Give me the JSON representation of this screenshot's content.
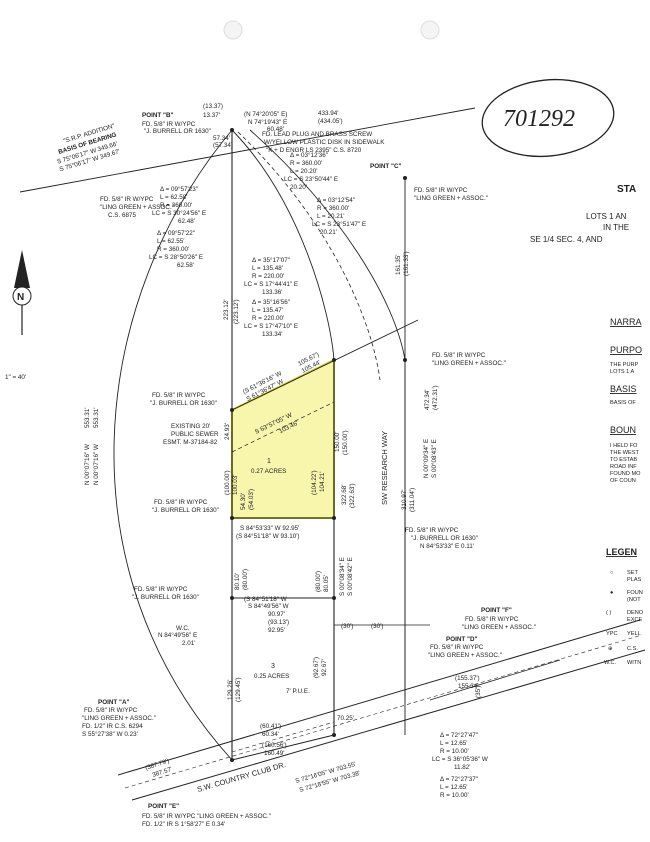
{
  "document": {
    "number": "701292",
    "scale": "1\" = 40'",
    "north": "N"
  },
  "title_block": {
    "title": "STA",
    "line1": "LOTS 1 AN",
    "line2": "IN THE",
    "line3": "SE 1/4 SEC. 4, AND"
  },
  "narrative": {
    "heading": "NARRA",
    "purpose_heading": "PURPO",
    "purpose_l1": "THE PURP",
    "purpose_l2": "LOTS 1 A",
    "basis_heading": "BASIS",
    "basis_l1": "BASIS OF",
    "boundary_heading": "BOUN",
    "boundary_l1": "I HELD FO",
    "boundary_l2": "THE WEST",
    "boundary_l3": "TO ESTAB",
    "boundary_l4": "ROAD INF",
    "boundary_l5": "FOUND MO",
    "boundary_l6": "OF COUN"
  },
  "legend": {
    "heading": "LEGEN",
    "items": [
      {
        "symbol": "○",
        "l1": "SET",
        "l2": "PLAS"
      },
      {
        "symbol": "●",
        "l1": "FOUN",
        "l2": "(NOT"
      },
      {
        "symbol": "( )",
        "l1": "DENO",
        "l2": "EXCE"
      },
      {
        "symbol": "YPC",
        "l1": "YELL",
        "l2": ""
      },
      {
        "symbol": "⊕",
        "l1": "C.S.",
        "l2": ""
      },
      {
        "symbol": "W.C.",
        "l1": "WITN",
        "l2": ""
      }
    ]
  },
  "points": {
    "b": "POINT \"B\"",
    "c": "POINT \"C\"",
    "a": "POINT \"A\"",
    "e": "POINT \"E\"",
    "f": "POINT \"F\"",
    "d": "POINT \"D\""
  },
  "lots": {
    "lot1_no": "1",
    "lot1_area": "0.27 ACRES",
    "lot3_no": "3",
    "lot3_area": "0.25 ACRES"
  },
  "streets": {
    "research_way": "SW RESEARCH WAY",
    "country_club": "S.W. COUNTRY CLUB DR."
  },
  "annotations": {
    "bob_top1": "FD. 5/8\" IR W/YPC",
    "bob_top2": "\"J. BURRELL OR 1630\"",
    "srp1": "\"S.R.P. ADDITION\"",
    "srp2": "BASIS OF BEARING",
    "srp3": "S 75°06'17\" W  349.66'",
    "srp4": "S 75°06'17\" W  349.67'",
    "b_len1": "(13.37)",
    "b_len2": "13.37'",
    "brg_top1": "(N 74°20'05\" E)",
    "brg_top2": "N 74°19'43\" E",
    "brg_top3": "60.48'",
    "top_len1": "433.94'",
    "top_len2": "(434.05')",
    "top_len3": "57.34'",
    "top_len4": "(57.34)",
    "lead1": "FD. LEAD PLUG AND BRASS SCREW",
    "lead2": "W/YELLOW PLASTIC DISK IN SIDEWALK",
    "lead3": "\"K + D ENGR LS 2395\"  C.S. 8720",
    "ling_b1": "FD. 5/8\" IR W/YPC",
    "ling_b2": "\"LING GREEN + ASSOC.\"",
    "ling_b3": "C.S. 6875",
    "curve1_a": "Δ = 03°12'36\"",
    "curve1_b": "R = 360.00'",
    "curve1_c": "L = 20.20'",
    "curve1_d": "LC = S 23°50'44\" E",
    "curve1_e": "20.20'",
    "curve2_a": "Δ = 03°12'54\"",
    "curve2_b": "R = 360.00'",
    "curve2_c": "L = 20.21'",
    "curve2_d": "LC = S 23°51'47\" E",
    "curve2_e": "20.21'",
    "curve3_a": "Δ = 09°57'23\"",
    "curve3_b": "L = 62.58'",
    "curve3_c": "R = 360.00'",
    "curve3_d": "LC = S 30°24'56\" E",
    "curve3_e": "62.48'",
    "curve4_a": "Δ = 09°57'22\"",
    "curve4_b": "L = 62.55'",
    "curve4_c": "R = 360.00'",
    "curve4_d": "LC = S 28°50'26\" E",
    "curve4_e": "62.58'",
    "curve5_a": "Δ = 35°17'07\"",
    "curve5_b": "L = 135.48'",
    "curve5_c": "R = 220.00'",
    "curve5_d": "LC = S 17°44'41\" E",
    "curve5_e": "133.36'",
    "curve6_a": "Δ = 35°16'56\"",
    "curve6_b": "L = 135.47'",
    "curve6_c": "R = 220.00'",
    "curve6_d": "LC = S 17°47'10\" E",
    "curve6_e": "133.34'",
    "c_fd1": "FD. 5/8\" IR W/YPC",
    "c_fd2": "\"LING GREEN + ASSOC.\"",
    "west_len1": "223.12'",
    "west_len2": "(223.12')",
    "c_len1": "161.35'",
    "c_len2": "(161.33')",
    "lot1_n1": "(S 61°36'16\" W",
    "lot1_n2": "105.67')",
    "lot1_n3": "S 61°36'47\" W",
    "lot1_n4": "105.44'",
    "lot1_fd1": "FD. 5/8\" IR W/YPC",
    "lot1_fd2": "\"J. BURRELL OR 1630\"",
    "e_fd1": "FD. 5/8\" IR W/YPC",
    "e_fd2": "\"LING GREEN + ASSOC.\"",
    "e_len1": "472.34'",
    "e_len2": "(472.31')",
    "sewer_brg1": "S 63°57'05\" W",
    "sewer_brg2": "103.46'",
    "sewer1": "EXISTING 20'",
    "sewer2": "PUBLIC SEWER",
    "sewer3": "ESMT. M-37184-82",
    "west_a1": "N 00°07'16\" W",
    "west_a2": "553.31'",
    "west_b1": "N 00°07'16\" W",
    "west_b2": "553.31'",
    "lot1_w1": "24.93'",
    "lot1_w2": "(100.00')",
    "lot1_w3": "100.03'",
    "lot1_w4": "54.30'",
    "lot1_w5": "(54.03')",
    "lot1_e1": "(104.22')",
    "lot1_e2": "104.21'",
    "lot1_e3": "150.00'",
    "lot1_e4": "(150.00')",
    "e_brg1": "322.68'",
    "e_brg2": "(322.63')",
    "rd_brg1": "N 00°09'34\" E",
    "rd_brg2": "S 00°08'43\" E",
    "rd_len1": "310.97'",
    "rd_len2": "(311.04')",
    "s_lot1_1": "S 84°53'33\" W  92.95'",
    "s_lot1_2": "(S 84°51'18\" W  93.10')",
    "fd_left1": "FD. 5/8\" IR W/YPC",
    "fd_left2": "\"J. BURRELL OR 1630\"",
    "fd_right1": "FD. 5/8\" IR W/YPC",
    "fd_right2": "\"J. BURRELL OR 1630\"",
    "fd_right3": "N 84°53'33\" E  0.11'",
    "lot2_1": "80.10'",
    "lot2_2": "(80.00')",
    "lot2_3": "(80.00')",
    "lot2_4": "80.05'",
    "lot2_5": "S 00°08'34\" E",
    "lot2_6": "S 00°08'42\" E",
    "fd_mid1": "FD. 5/8\" IR W/YPC",
    "fd_mid2": "\"J. BURRELL OR 1630\"",
    "s_lot2_1": "(S 84°51'18\" W",
    "s_lot2_2": "S 84°49'56\" W",
    "s_lot2_3": "90.97'",
    "s_lot2_4": "(93.13')",
    "s_lot2_5": "92.95'",
    "wc1": "W.C.",
    "wc2": "N 84°49'56\" E",
    "wc3": "2.01'",
    "row1": "(30')",
    "row2": "(30')",
    "f_fd1": "FD. 5/8\" IR W/YPC",
    "f_fd2": "\"LING GREEN + ASSOC.\"",
    "d_fd1": "FD. 5/8\" IR W/YPC",
    "d_fd2": "\"LING GREEN + ASSOC.\"",
    "lot3_w1": "129.26'",
    "lot3_w2": "(129.45')",
    "lot3_e1": "(92.67')",
    "lot3_e2": "92.67'",
    "pue": "7' P.U.E.",
    "d_len1": "(155.37')",
    "d_len2": "155.34'",
    "d_len3": "(35')",
    "a_fd1": "FD. 5/8\" IR W/YPC",
    "a_fd2": "\"LING GREEN + ASSOC.\"",
    "a_fd3": "FD. 1/2\" IR C.S. 6294",
    "a_fd4": "S 55°27'38\" W  0.23'",
    "bot1": "(60.41')",
    "bot2": "60.34'",
    "bot3": "(160.56')",
    "bot4": "160.49'",
    "bot5": "70.25'",
    "bot6": "(387.79')",
    "bot7": "387.57'",
    "cc1": "S 72°16'05\" W  703.55'",
    "cc2": "S 72°18'55\" W  703.38'",
    "e_fd_1": "FD. 5/8\" IR W/YPC \"LING GREEN + ASSOC.\"",
    "e_fd_2": "FD. 1/2\" IR  S 1°58'27\" E  0.34'",
    "curve7_a": "Δ = 72°27'47\"",
    "curve7_b": "L = 12.65'",
    "curve7_c": "R = 10.00'",
    "curve7_d": "LC = S 36°05'36\" W",
    "curve7_e": "11.82'",
    "curve8_a": "Δ = 72°27'37\"",
    "curve8_b": "L = 12.65'",
    "curve8_c": "R = 10.00'"
  },
  "colors": {
    "highlight": "#f3ef6a",
    "ink": "#222222"
  }
}
